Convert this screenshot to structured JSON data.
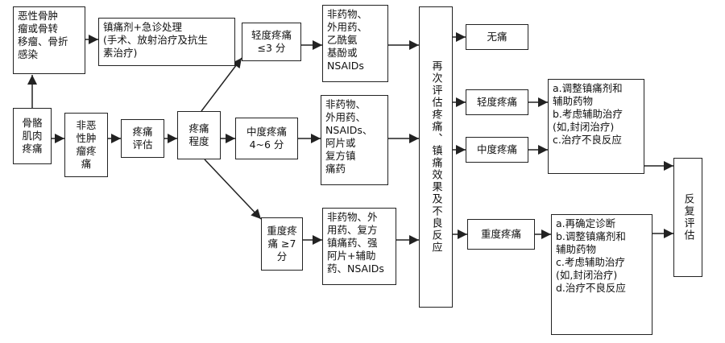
{
  "colors": {
    "line": "#222222",
    "box_border": "#222222",
    "text": "#111111"
  },
  "nodes": {
    "bone_pain": "骨骼\n肌肉\n疼痛",
    "malignant": "恶性骨肿\n瘤或骨转\n移瘤、骨折\n感染",
    "emergency": "镇痛剂+急诊处理\n(手术、放射治疗及抗生\n素治疗)",
    "non_malignant": "非恶\n性肿\n瘤疼\n痛",
    "pain_assess": "疼痛\n评估",
    "pain_degree": "疼痛\n程度",
    "mild": "轻度疼痛\n≤3 分",
    "mild_drugs": "非药物、\n外用药、\n乙酰氨\n基酚或\nNSAIDs",
    "moderate": "中度疼痛\n4~6 分",
    "moderate_drugs": "非药物、\n外用药、\nNSAIDs、\n阿片或\n复方镇\n痛药",
    "severe": "重度疼\n痛 ≥7\n分",
    "severe_drugs": "非药物、外\n用药、复方\n镇痛药、强\n阿片+辅助\n药、NSAIDs",
    "reassess": "再次评估疼痛、镇痛效果及不良反应",
    "no_pain": "无痛",
    "mild_result": "轻度疼痛",
    "moderate_result": "中度疼痛",
    "severe_result": "重度疼痛",
    "mild_moderate_actions": "a.调整镇痛剂和\n辅助药物\nb.考虑辅助治疗\n(如,封闭治疗)\nc.治疗不良反应",
    "severe_actions": "a.再确定诊断\nb.调整镇痛剂和\n辅助药物\nc.考虑辅助治疗\n(如,封闭治疗)\nd.治疗不良反应",
    "repeat_assess": "反复评估"
  }
}
